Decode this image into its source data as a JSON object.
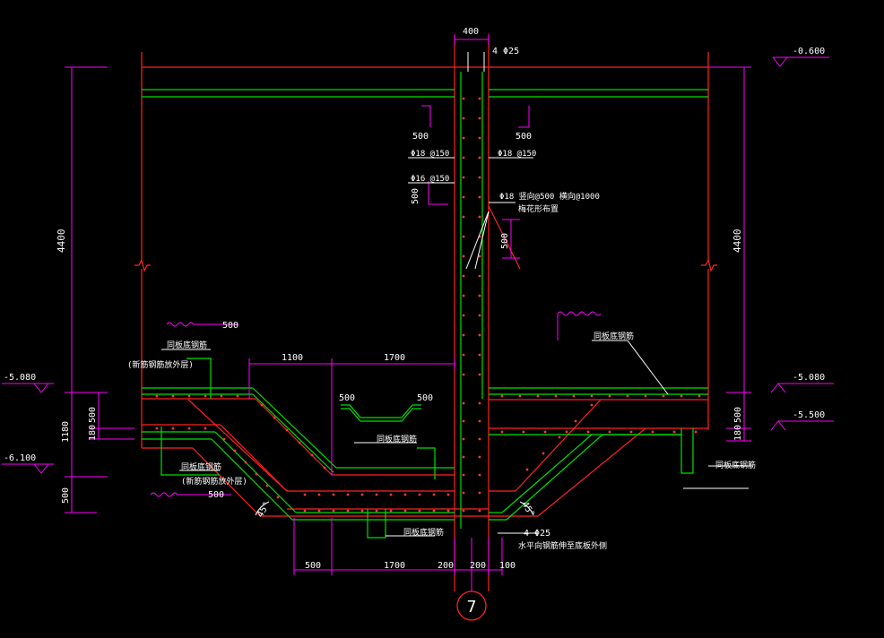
{
  "drawing": {
    "background": "#000000",
    "colors": {
      "structure": "#ff2222",
      "wall_lines": "#00e000",
      "dimension": "#ff00ff",
      "text": "#ffffff",
      "rebar_dots": "#ff3a3a"
    },
    "dimensions": {
      "column_width": "400",
      "height_left": "4400",
      "height_right": "4400",
      "left_500": "500",
      "left_1180": "1180",
      "left_180": "180",
      "left_lower_500": "500",
      "right_500": "500",
      "right_180": "180",
      "top_1100": "1100",
      "top_1700": "1700",
      "notch_500_left": "500",
      "notch_500_right": "500",
      "bottom_500": "500",
      "bottom_1700": "1700",
      "bottom_200_a": "200",
      "bottom_200_b": "200",
      "bottom_100": "100",
      "vertical_500": "500",
      "lap_500_a": "500",
      "lap_500_b": "500",
      "lap_500_c": "500",
      "pit_500_left": "500",
      "pit_500_right": "500",
      "angle_left": "45°",
      "angle_right": "45°"
    },
    "elevations": {
      "top_right": "-0.600",
      "mid_left": "-5.080",
      "mid_right": "-5.080",
      "lower_right": "-5.500",
      "lower_left": "-6.100"
    },
    "annotations": {
      "top_rebar": "4 Φ25",
      "bottom_rebar": "4 Φ25",
      "rebar_left_a": "Φ18 @150",
      "rebar_right_a": "Φ18 @150",
      "rebar_left_b": "Φ16 @150",
      "tie_bar": "Φ18  竖向@500  横向@1000",
      "tie_bar_note": "梅花形布置",
      "base_rebar_right": "同板底钢筋",
      "base_rebar_left": "同板底钢筋",
      "base_rebar_left_note": "(新筋钢筋放外层)",
      "base_rebar_center": "同板底钢筋",
      "base_rebar_lower_left": "同板底钢筋",
      "base_rebar_lower_left_note": "(新筋钢筋放外层)",
      "base_rebar_bottom": "同板底钢筋",
      "base_rebar_far_right": "同板底钢筋",
      "horizontal_note": "水平向钢筋伸至底板外侧"
    },
    "axis_label": "7"
  }
}
